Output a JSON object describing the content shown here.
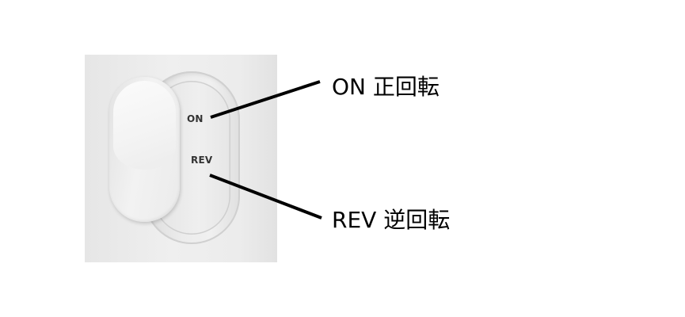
{
  "switch": {
    "on_mark": "ON",
    "rev_mark": "REV"
  },
  "callouts": {
    "on_label": "ON 正回転",
    "rev_label": "REV 逆回転"
  },
  "colors": {
    "leader_line": "#000000",
    "switch_body": "#ececec",
    "mark_text": "#333333"
  }
}
